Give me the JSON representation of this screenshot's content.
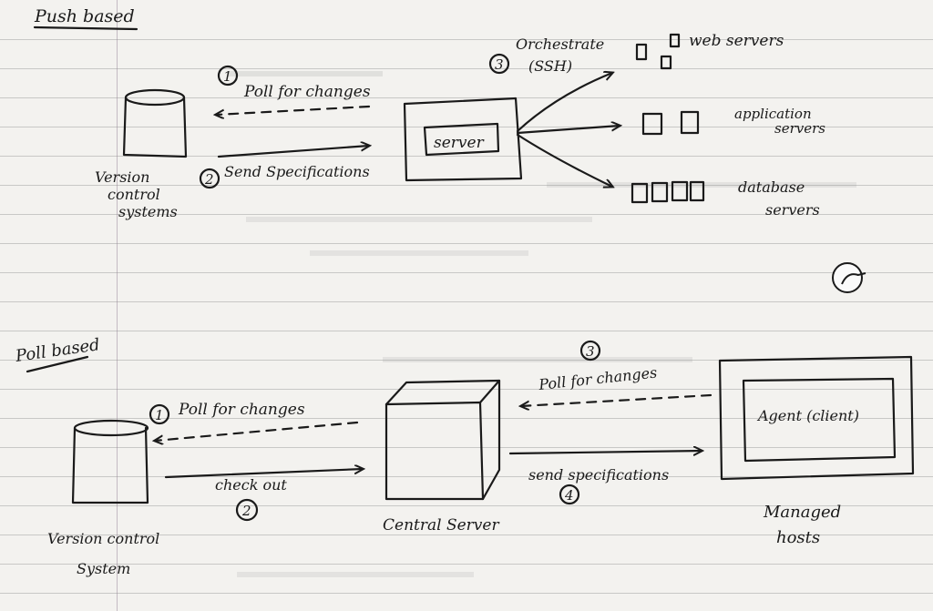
{
  "push_section": {
    "title": "Push based",
    "step1_number": "1",
    "step1_label": "Poll for changes",
    "step2_number": "2",
    "step2_label": "Send Specifications",
    "step3_number": "3",
    "step3_label_line1": "Orchestrate",
    "step3_label_line2": "(SSH)",
    "vcs_label_line1": "Version",
    "vcs_label_line2": "control",
    "vcs_label_line3": "systems",
    "server_label": "server",
    "web_servers_label": "web servers",
    "app_servers_label_line1": "application",
    "app_servers_label_line2": "servers",
    "db_servers_label_line1": "database",
    "db_servers_label_line2": "servers"
  },
  "pull_section": {
    "title": "Poll based",
    "step1_number": "1",
    "step1_label": "Poll for changes",
    "step2_number": "2",
    "step2_label": "check out",
    "step3_number": "3",
    "step3_label": "Poll for changes",
    "step4_number": "4",
    "step4_label": "send specifications",
    "vcs_label_line1": "Version control",
    "vcs_label_line2": "System",
    "central_server_label": "Central Server",
    "agent_label": "Agent (client)",
    "managed_hosts_line1": "Managed",
    "managed_hosts_line2": "hosts"
  }
}
